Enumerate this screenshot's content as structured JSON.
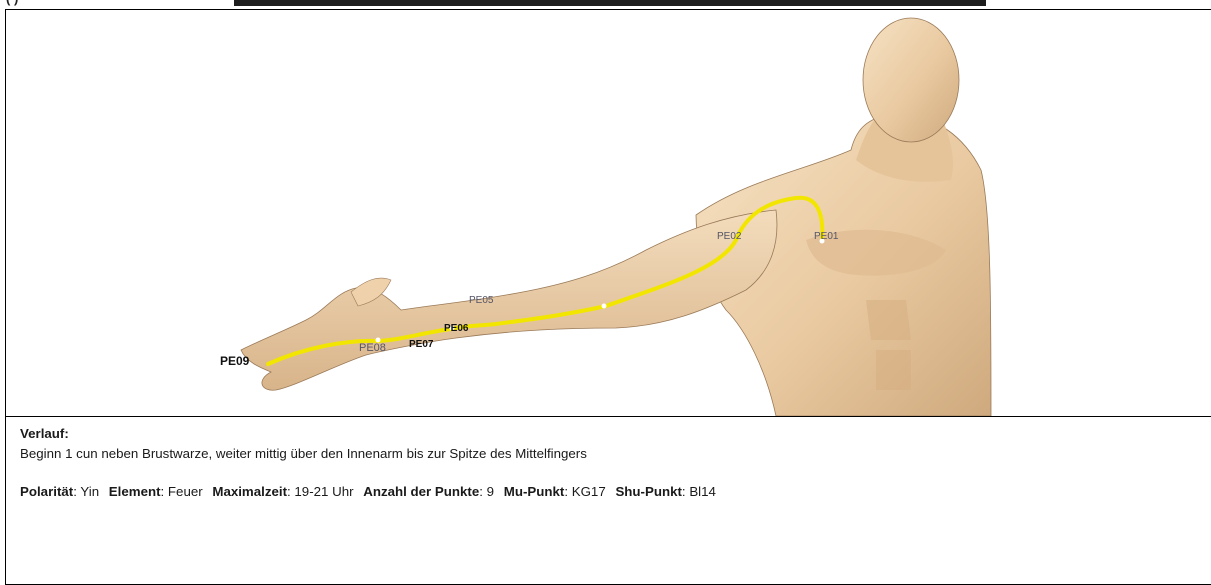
{
  "header": {
    "cutoff_text": "(                    )"
  },
  "figure": {
    "labels": {
      "pe01": "PE01",
      "pe02": "PE02",
      "pe05": "PE05",
      "pe06": "PE06",
      "pe07": "PE07",
      "pe08": "PE08",
      "pe09": "PE09"
    },
    "meridian_color": "#f2e600",
    "skin_color": "#efd5b0"
  },
  "info": {
    "heading": "Verlauf:",
    "description": "Beginn 1 cun neben Brustwarze, weiter mittig über den Innenarm bis zur Spitze des Mittelfingers",
    "facts": [
      {
        "key": "Polarität",
        "value": "Yin"
      },
      {
        "key": "Element",
        "value": "Feuer"
      },
      {
        "key": "Maximalzeit",
        "value": "19-21 Uhr"
      },
      {
        "key": "Anzahl der Punkte",
        "value": "9"
      },
      {
        "key": "Mu-Punkt",
        "value": "KG17"
      },
      {
        "key": "Shu-Punkt",
        "value": "Bl14"
      }
    ]
  }
}
